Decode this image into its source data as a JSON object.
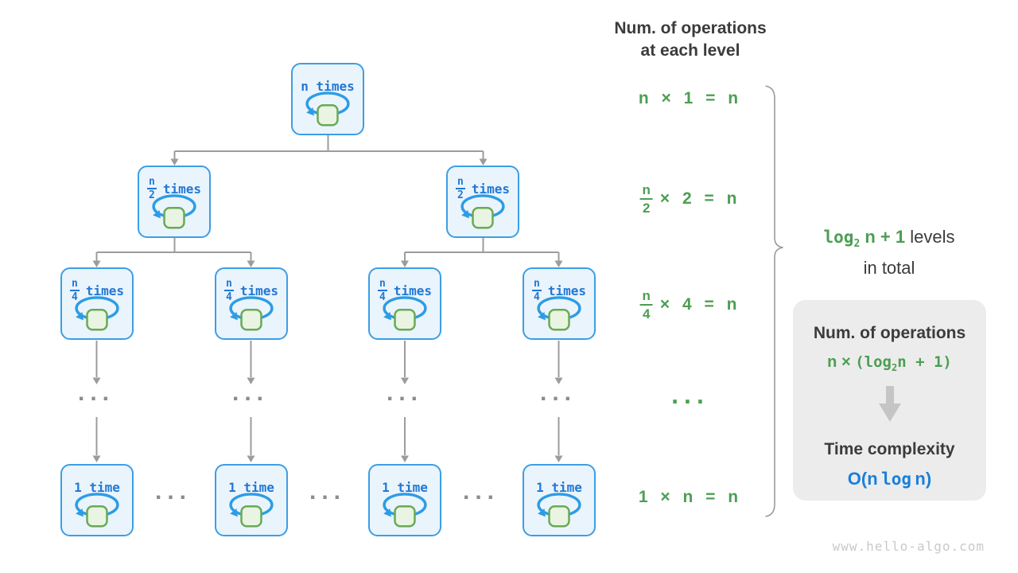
{
  "colors": {
    "node_border": "#3c9ee5",
    "node_fill": "#eaf4fc",
    "node_text": "#2278d4",
    "loop_blue": "#2d9ce4",
    "square_fill": "#e9f4e2",
    "square_stroke": "#69aa55",
    "connector_gray": "#9c9c9c",
    "formula_green": "#4d9e53",
    "dark_text": "#3b3b3b",
    "panel_bg": "#ececec",
    "result_blue": "#1b7fd9",
    "watermark_gray": "#c9c9c9"
  },
  "header": {
    "line1": "Num. of operations",
    "line2": "at each level"
  },
  "tree": {
    "root_label": "n times",
    "half": {
      "num": "n",
      "den": "2",
      "label": "times"
    },
    "quarter": {
      "num": "n",
      "den": "4",
      "label": "times"
    },
    "leaf_label": "1 time",
    "ellipsis": "..."
  },
  "ops_column": {
    "row1": "n × 1 = n",
    "row2": {
      "num": "n",
      "den": "2",
      "rest": "× 2 = n"
    },
    "row3": {
      "num": "n",
      "den": "4",
      "rest": "× 4 = n"
    },
    "ellipsis": "...",
    "row4": "1 × n = n"
  },
  "brace_label": {
    "mono": "log",
    "sub": "2",
    "bold": " n + 1",
    "rest": "  levels",
    "line2": "in total"
  },
  "panel": {
    "title": "Num. of operations",
    "formula": {
      "prefix": "n × ",
      "mono": "(log",
      "sub": "2",
      "suffix": "n + 1)"
    },
    "subtitle": "Time complexity",
    "result": {
      "prefix": "O(",
      "n": "n ",
      "mono": "log",
      "suffix": " n)"
    }
  },
  "watermark": "www.hello-algo.com"
}
